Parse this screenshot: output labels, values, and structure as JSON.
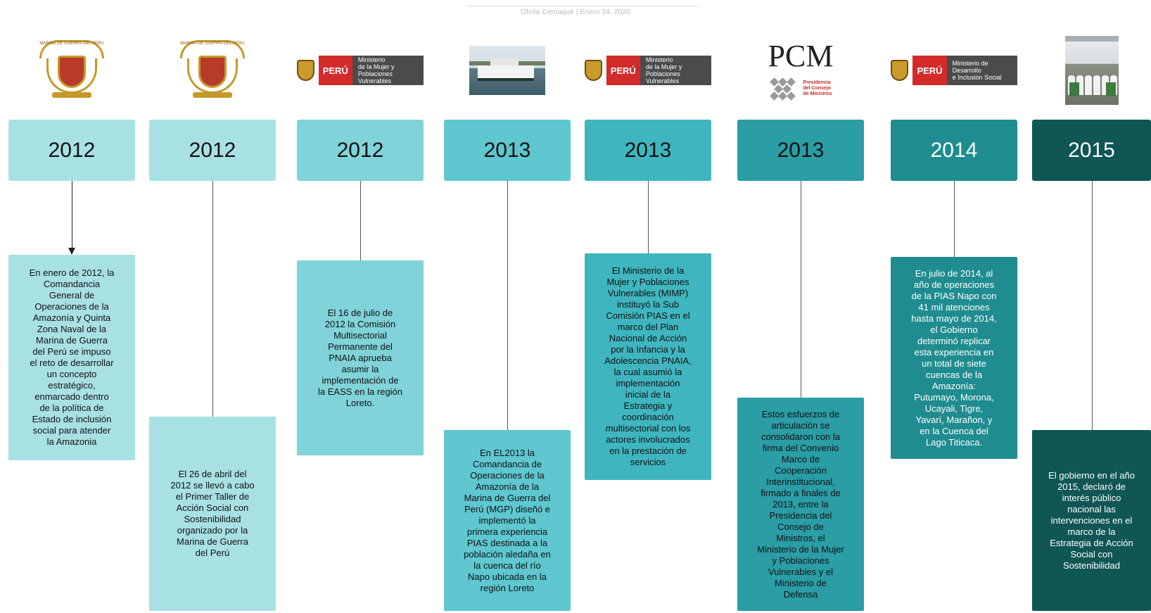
{
  "header": {
    "byline": "Ofelia Cernaqué  |  Enero 24, 2020"
  },
  "timeline": [
    {
      "year": "2012",
      "logo": {
        "type": "crest",
        "name": "marina-de-guerra-crest-icon",
        "text": "MARINA DE GUERRA DEL PERU"
      },
      "text": "En enero de 2012, la\nComandancia\nGeneral de\nOperaciones de la\nAmazonía y Quinta\nZona Naval de la\nMarina de Guerra\ndel Perú se impuso\nel reto de desarrollar\nun concepto\nestratégico,\nenmarcado dentro\nde la política de\nEstado de inclusión\nsocial para atender\nla Amazonia",
      "box_color": "#a8e1e4",
      "text_color": "#111111"
    },
    {
      "year": "2012",
      "logo": {
        "type": "crest",
        "name": "marina-de-guerra-crest-icon",
        "text": "MARINA DE GUERRA DEL PERU"
      },
      "text": "El 26 de abril del\n2012 se llevó a cabo\nel Primer Taller de\nAcción Social con\nSostenibilidad\norganizado por la\nMarina de Guerra\ndel Perú",
      "box_color": "#a8e1e4",
      "text_color": "#111111"
    },
    {
      "year": "2012",
      "logo": {
        "type": "peru",
        "name": "peru-ministerio-mujer-logo",
        "red": "PERÚ",
        "grey": "Ministerio\nde la Mujer y\nPoblaciones Vulnerables"
      },
      "text": "El 16 de julio de\n2012 la Comisión\nMultisectorial\nPermanente del\nPNAIA aprueba\nasumir la\nimplementación de\nla EASS en la región\nLoreto.",
      "box_color": "#7fd3d9",
      "text_color": "#111111"
    },
    {
      "year": "2013",
      "logo": {
        "type": "boat",
        "name": "pias-boat-photo"
      },
      "text": "En  EL2013 la\nComandancia de\nOperaciones de la\nAmazonía de la\nMarina de Guerra del\nPerú (MGP) diseñó e\nimplementó la\nprimera experiencia\nPIAS destinada a la\npoblación aledaña en\nla cuenca del río\nNapo ubicada en la\nregión Loreto",
      "box_color": "#5ec7cf",
      "text_color": "#111111"
    },
    {
      "year": "2013",
      "logo": {
        "type": "peru",
        "name": "peru-ministerio-mujer-logo",
        "red": "PERÚ",
        "grey": "Ministerio\nde la Mujer y\nPoblaciones Vulnerables"
      },
      "text": "El Ministerio de la\nMujer y Poblaciones\nVulnerables (MIMP)\ninstituyó la Sub\nComisión PIAS en el\nmarco del Plan\nNacional de Acción\npor la Infancia y la\nAdolescencia PNAIA,\nla cual asumió la\nimplementación\ninicial de la\nEstrategia y\ncoordinación\nmultisectorial con los\nactores involucrados\nen la prestación de\nservicios",
      "box_color": "#3fb6bf",
      "text_color": "#111111"
    },
    {
      "year": "2013",
      "logo": {
        "type": "pcm",
        "name": "pcm-logo",
        "title": "PCM",
        "sub": "Presidencia\ndel Consejo\nde Ministros"
      },
      "text": "Estos esfuerzos de\narticulación se\nconsolidaron con la\nfirma del Convenio\nMarco de\nCooperación\nInterinstitucional,\nfirmado a finales de\n2013, entre la\nPresidencia del\nConsejo de\nMinistros, el\nMinisterio de la Mujer\ny Poblaciones\nVulnerables y el\nMinisterio de\nDefensa",
      "box_color": "#2a9da5",
      "text_color": "#111111"
    },
    {
      "year": "2014",
      "logo": {
        "type": "peru",
        "name": "peru-ministerio-desarrollo-logo",
        "red": "PERÚ",
        "grey": "Ministerio de Desarrollo\ne Inclusión Social"
      },
      "text": "En julio de 2014, al\naño de operaciones\nde la PIAS Napo con\n41 mil atenciones\nhasta mayo de 2014,\nel Gobierno\ndeterminó replicar\nesta experiencia en\nun total de siete\ncuencas de la\nAmazonía:\nPutumayo, Morona,\nUcayali, Tigre,\nYavarí, Marañon, y\nen la Cuenca del\nLago Titicaca.",
      "box_color": "#1f8c8f",
      "text_color": "#ffffff"
    },
    {
      "year": "2015",
      "logo": {
        "type": "crowd",
        "name": "ceremony-photo"
      },
      "text": "El gobierno en el año\n2015, declaró de\ninterés público\nnacional las\nintervenciones en el\nmarco de la\nEstrategia de Acción\nSocial con\nSostenibilidad",
      "box_color": "#0f5654",
      "text_color": "#ffffff"
    }
  ]
}
